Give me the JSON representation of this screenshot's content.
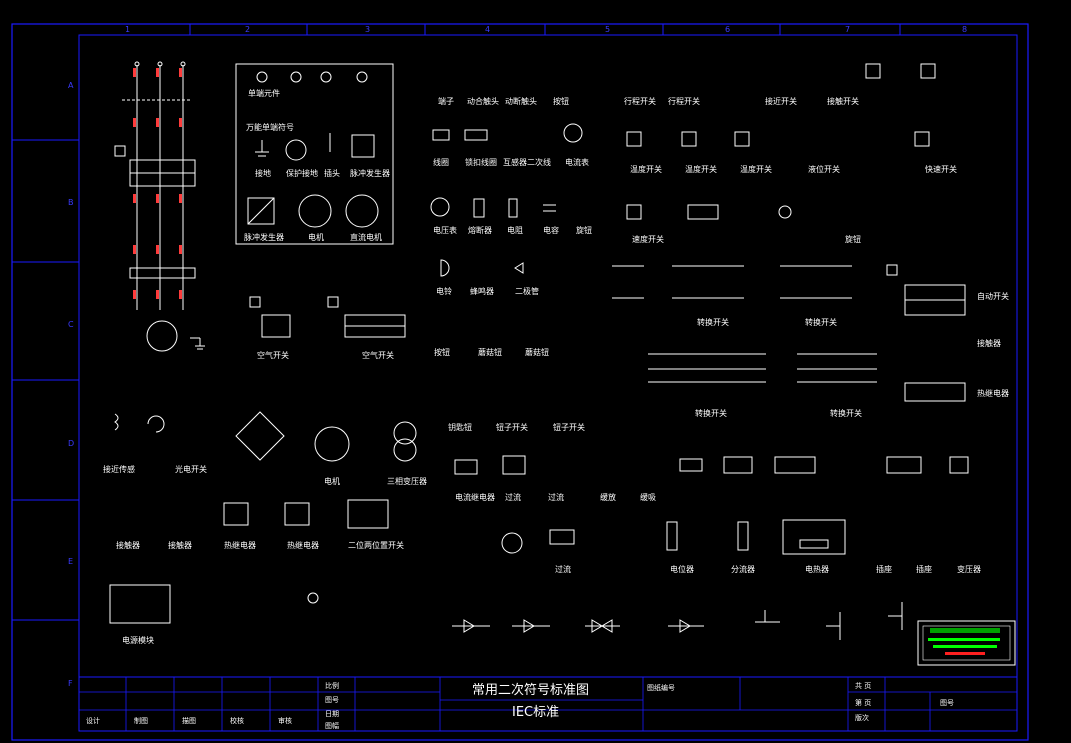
{
  "drawing": {
    "title": "常用二次符号标准图",
    "subtitle": "IEC标准",
    "zones_top": [
      "1",
      "2",
      "3",
      "4",
      "5",
      "6",
      "7",
      "8"
    ],
    "zones_side": [
      "A",
      "B",
      "C",
      "D",
      "E",
      "F"
    ],
    "palette": {
      "frame": "#1a1aff",
      "symbol": "#ffffff",
      "wire": "#ff3b3b",
      "label_mark": "#ffff00"
    }
  },
  "labels": {
    "terminal": "端子",
    "nc_contact": "动合触头",
    "nc_break": "动断触头",
    "button": "按钮",
    "limit_switch_a": "行程开关",
    "limit_switch_b": "行程开关",
    "proximity_switch": "接近开关",
    "touch_switch": "接触开关",
    "single_element": "单端元件",
    "universal_switch": "万能单端符号",
    "ground": "接地",
    "protective_ground": "保护接地",
    "plug": "插头",
    "pulse_gen": "脉冲发生器",
    "pulse_gen_b": "脉冲发生器",
    "motor": "电机",
    "dc_motor": "直流电机",
    "coil": "线圈",
    "latch_coil": "锁扣线圈",
    "ct_secondary": "互感器二次线",
    "ammeter": "电流表",
    "temp_switch_a": "温度开关",
    "temp_switch_b": "温度开关",
    "temp_switch_c": "温度开关",
    "level_switch": "液位开关",
    "speed_switch": "快速开关",
    "voltmeter": "电压表",
    "fuse": "熔断器",
    "resistor": "电阻",
    "capacitor": "电容",
    "knob": "旋钮",
    "speed_switch_b": "速度开关",
    "rotary": "旋钮",
    "bell": "电铃",
    "buzzer": "蜂鸣器",
    "diode": "二极管",
    "selector_a": "转换开关",
    "selector_b": "转换开关",
    "selector_c": "转换开关",
    "selector_d": "转换开关",
    "auto_switch": "自动开关",
    "contactor": "接触器",
    "thermal_relay": "热继电器",
    "air_switch_a": "空气开关",
    "air_switch_b": "空气开关",
    "key_button": "钥匙钮",
    "btn_a": "按钮",
    "mushroom": "蘑菇钮",
    "mushroom_b": "蘑菇钮",
    "button_group_a": "钮子开关",
    "button_group_b": "钮子开关",
    "inductor": "接近传感",
    "photo_switch": "光电开关",
    "motor_b": "电机",
    "three_phase_tx": "三相变压器",
    "current_relay": "电流继电器",
    "overcurrent": "过流",
    "overcurrent_b": "过流",
    "slow_release": "缓放",
    "slow_pick": "缓吸",
    "contactor_b": "接触器",
    "contactor_c": "接触器",
    "thermal_relay_b": "热继电器",
    "thermal_relay_c": "热继电器",
    "two_pos_switch": "二位两位置开关",
    "power_module": "电源模块",
    "undervoltage": "过流",
    "potentiometer": "电位器",
    "shunt": "分流器",
    "heater": "电热器",
    "socket": "插座",
    "socket_b": "插座",
    "transformer": "变压器"
  },
  "title_block": {
    "cells_left": [
      "设计",
      "制图",
      "描图",
      "校核",
      "审核"
    ],
    "cells_mid": [
      "比例",
      "图号",
      "日期",
      "图幅"
    ],
    "cells_right": [
      "共 页",
      "第 页",
      "版次",
      "图号"
    ],
    "sheet_code": "图纸编号"
  }
}
